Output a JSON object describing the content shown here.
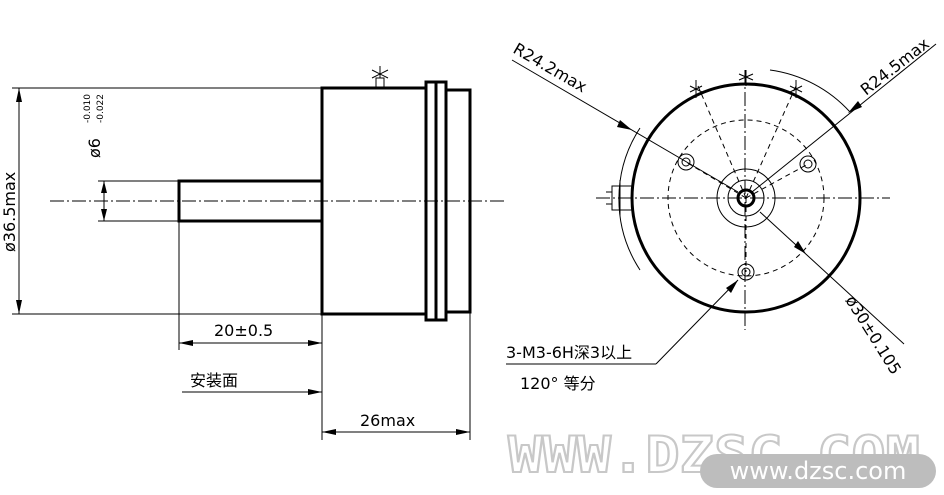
{
  "dimensions": {
    "body_diameter": "ø36.5max",
    "shaft_diameter": "ø6",
    "shaft_tol_upper": "-0.010",
    "shaft_tol_lower": "-0.022",
    "shaft_length": "20±0.5",
    "mounting_face": "安装面",
    "body_length": "26max",
    "radius_left": "R24.2max",
    "radius_right": "R24.5max",
    "hole_circle": "ø30±0.105",
    "holes_spec": "3-M3-6H深3以上",
    "holes_angle": "120° 等分"
  },
  "watermark": {
    "outline_text": "WWW.DZSC.COM",
    "badge_text": "www.dzsc.com"
  },
  "colors": {
    "line": "#000000",
    "background": "#ffffff",
    "watermark_outline": "#c8c8c8",
    "watermark_badge": "#bdbdbd"
  }
}
